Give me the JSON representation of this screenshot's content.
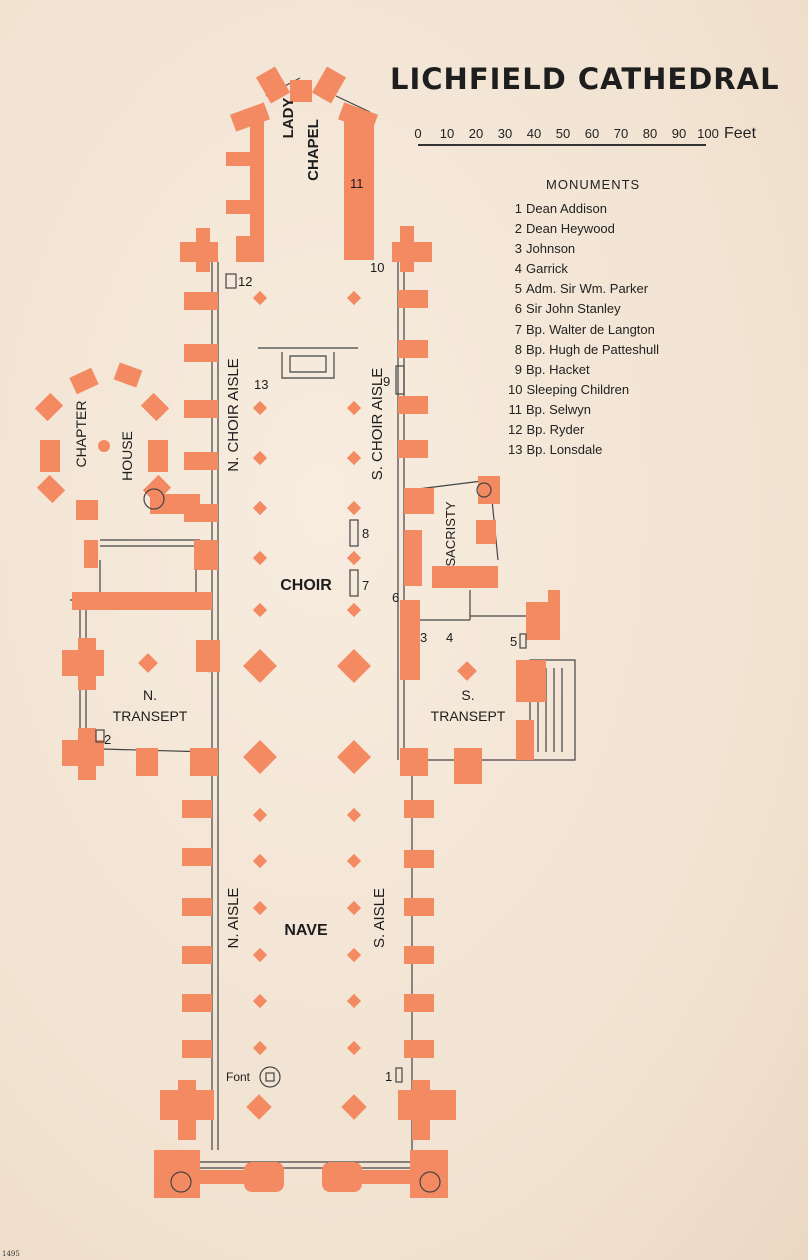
{
  "map": {
    "title": "LICHFIELD CATHEDRAL",
    "scale": {
      "ticks": [
        "0",
        "10",
        "20",
        "30",
        "40",
        "50",
        "60",
        "70",
        "80",
        "90",
        "100"
      ],
      "unit": "Feet"
    },
    "legend": {
      "title": "MONUMENTS",
      "items": [
        {
          "num": "1",
          "name": "Dean Addison"
        },
        {
          "num": "2",
          "name": "Dean Heywood"
        },
        {
          "num": "3",
          "name": "Johnson"
        },
        {
          "num": "4",
          "name": "Garrick"
        },
        {
          "num": "5",
          "name": "Adm. Sir Wm. Parker"
        },
        {
          "num": "6",
          "name": "Sir John Stanley"
        },
        {
          "num": "7",
          "name": "Bp. Walter de Langton"
        },
        {
          "num": "8",
          "name": "Bp. Hugh de Patteshull"
        },
        {
          "num": "9",
          "name": "Bp. Hacket"
        },
        {
          "num": "10",
          "name": "Sleeping Children"
        },
        {
          "num": "11",
          "name": "Bp. Selwyn"
        },
        {
          "num": "12",
          "name": "Bp. Ryder"
        },
        {
          "num": "13",
          "name": "Bp. Lonsdale"
        }
      ]
    },
    "labels": {
      "lady": "LADY",
      "chapel": "CHAPEL",
      "chapter": "CHAPTER",
      "house": "HOUSE",
      "n_choir_aisle": "N. CHOIR AISLE",
      "s_choir_aisle": "S. CHOIR AISLE",
      "sacristy": "SACRISTY",
      "choir": "CHOIR",
      "n_transept_1": "N.",
      "n_transept_2": "TRANSEPT",
      "s_transept_1": "S.",
      "s_transept_2": "TRANSEPT",
      "n_aisle": "N. AISLE",
      "nave": "NAVE",
      "s_aisle": "S. AISLE",
      "font": "Font"
    },
    "markers": [
      "1",
      "2",
      "3",
      "4",
      "5",
      "6",
      "7",
      "8",
      "9",
      "10",
      "11",
      "12",
      "13"
    ],
    "page_number": "1495",
    "colors": {
      "stone": "#f38a62",
      "paper": "#f4e6d6",
      "ink": "#1d1d1d"
    }
  }
}
